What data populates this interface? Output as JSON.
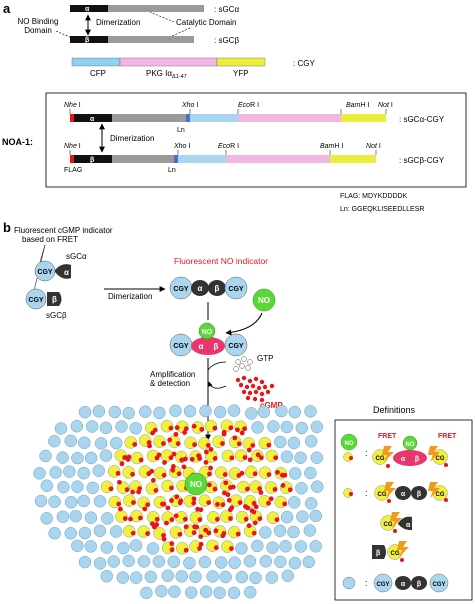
{
  "panel_a": {
    "letter": "a",
    "sgca": {
      "alpha": "α",
      "name": ": sGCα"
    },
    "sgcb": {
      "beta": "β",
      "name": ": sGCβ"
    },
    "dimerization": "Dimerization",
    "no_binding_1": "NO Binding",
    "no_binding_2": "Domain",
    "catalytic": "Catalytic Domain",
    "cgy": {
      "name": ": CGY",
      "cfp": "CFP",
      "pkg": "PKG Iα",
      "pkg_sub": "Δ1-47",
      "yfp": "YFP"
    },
    "noa": {
      "label": "NOA-1:",
      "alpha_name": ": sGCα-CGY",
      "beta_name": ": sGCβ-CGY",
      "flag": "FLAG",
      "ln": "Ln",
      "dimerization": "Dimerization",
      "sites": [
        {
          "it": "Nhe",
          "rest": " I"
        },
        {
          "it": "Xho",
          "rest": " I"
        },
        {
          "it": "Eco",
          "rest": "R I"
        },
        {
          "it": "Bam",
          "rest": "H I"
        },
        {
          "it": "Not",
          "rest": " I"
        }
      ]
    },
    "flag_seq": "FLAG: MDYKDDDDK",
    "ln_seq": "Ln: GGEQKLISEEDLLESR"
  },
  "panel_b": {
    "letter": "b",
    "indicator_1": "Fluorescent cGMP indicator",
    "indicator_2": "based on FRET",
    "sgca": "sGCα",
    "sgcb": "sGCβ",
    "cgy": "CGY",
    "alpha": "α",
    "beta": "β",
    "no": "NO",
    "dimerization": "Dimerization",
    "fluor_no": "Fluorescent NO indicator",
    "gtp": "GTP",
    "amp_1": "Amplification",
    "amp_2": "& detection",
    "cgmp": "cGMP",
    "definitions": "Definitions",
    "fret": "FRET",
    "cg": "CG",
    "colon": ":"
  },
  "colors": {
    "cfp": "#8fd0ec",
    "pkg": "#f3b5e2",
    "yfp": "#e9ee3a",
    "black": "#111111",
    "gray": "#9a9a9a",
    "red": "#e8141b",
    "green": "#59d836",
    "yellow": "#f2f03a",
    "lightblue": "#a9d6ee",
    "linker": "#3f74c8",
    "pink": "#e8366e"
  }
}
